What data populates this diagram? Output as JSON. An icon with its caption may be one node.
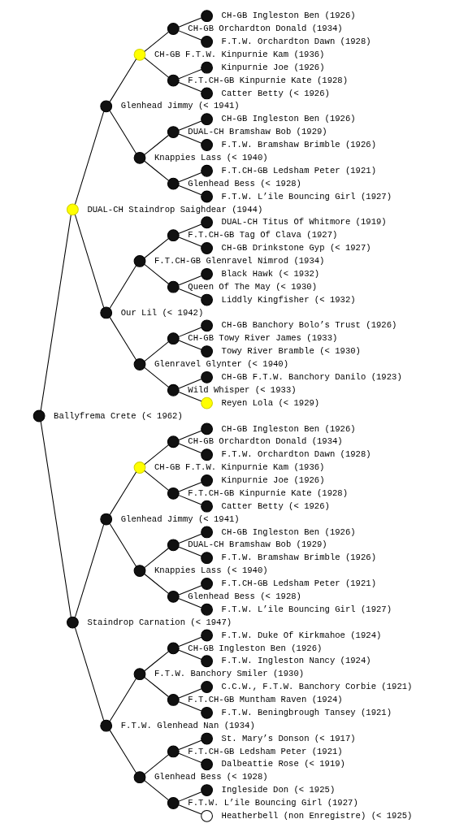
{
  "diagram": {
    "nodes": [
      {
        "text": [
          "CH-GB Ingleston Ben (1926)"
        ]
      },
      {
        "text": [
          "CH-GB Orchardton Donald (1934)"
        ]
      },
      {
        "text": [
          "F.T.W. Orchardton Dawn (1928)"
        ]
      },
      {
        "text": [
          "CH-GB F.T.W. Kinpurnie Kam (1936)"
        ]
      },
      {
        "text": [
          "Kinpurnie Joe (1926)"
        ]
      },
      {
        "text": [
          "F.T.CH-GB Kinpurnie Kate (1928)"
        ]
      },
      {
        "text": [
          "Catter Betty (< 1926)"
        ]
      },
      {
        "text": [
          "Glenhead Jimmy (< 1941)"
        ]
      },
      {
        "text": [
          "CH-GB Ingleston Ben (1926)"
        ]
      },
      {
        "text": [
          "DUAL-CH Bramshaw Bob (1929)"
        ]
      },
      {
        "text": [
          "F.T.W. Bramshaw Brimble (1926)"
        ]
      },
      {
        "text": [
          "Knappies Lass (< 1940)"
        ]
      },
      {
        "text": [
          "F.T.CH-GB Ledsham Peter (1921)"
        ]
      },
      {
        "text": [
          "Glenhead Bess (< 1928)"
        ]
      },
      {
        "text": [
          "F.T.W. L’ile Bouncing Girl (1927)"
        ]
      },
      {
        "text": [
          "DUAL-CH Staindrop Saighdear (1944)"
        ]
      },
      {
        "text": [
          "DUAL-CH Titus Of Whitmore (1919)"
        ]
      },
      {
        "text": [
          "F.T.CH-GB Tag Of Clava (1927)"
        ]
      },
      {
        "text": [
          "CH-GB Drinkstone Gyp (< 1927)"
        ]
      },
      {
        "text": [
          "F.T.CH-GB Glenravel Nimrod (1934)"
        ]
      },
      {
        "text": [
          "Black Hawk (< 1932)"
        ]
      },
      {
        "text": [
          "Queen Of The May (< 1930)"
        ]
      },
      {
        "text": [
          "Liddly Kingfisher (< 1932)"
        ]
      },
      {
        "text": [
          "Our Lil (< 1942)"
        ]
      },
      {
        "text": [
          "CH-GB Banchory Bolo’s Trust (1926)"
        ]
      },
      {
        "text": [
          "CH-GB Towy River James (1933)"
        ]
      },
      {
        "text": [
          "Towy River Bramble (< 1930)"
        ]
      },
      {
        "text": [
          "Glenravel Glynter (< 1940)"
        ]
      },
      {
        "text": [
          "CH-GB F.T.W. Banchory Danilo (1923)"
        ]
      },
      {
        "text": [
          "Wild Whisper (< 1933)"
        ]
      },
      {
        "text": [
          "Reyen Lola (< 1929)"
        ]
      },
      {
        "text": [
          "Ballyfrema Crete (< 1962)"
        ]
      },
      {
        "text": [
          "CH-GB Ingleston Ben (1926)"
        ]
      },
      {
        "text": [
          "CH-GB Orchardton Donald (1934)"
        ]
      },
      {
        "text": [
          "F.T.W. Orchardton Dawn (1928)"
        ]
      },
      {
        "text": [
          "CH-GB F.T.W. Kinpurnie Kam (1936)"
        ]
      },
      {
        "text": [
          "Kinpurnie Joe (1926)"
        ]
      },
      {
        "text": [
          "F.T.CH-GB Kinpurnie Kate (1928)"
        ]
      },
      {
        "text": [
          "Catter Betty (< 1926)"
        ]
      },
      {
        "text": [
          "Glenhead Jimmy (< 1941)"
        ]
      },
      {
        "text": [
          "CH-GB Ingleston Ben (1926)"
        ]
      },
      {
        "text": [
          "DUAL-CH Bramshaw Bob (1929)"
        ]
      },
      {
        "text": [
          "F.T.W. Bramshaw Brimble (1926)"
        ]
      },
      {
        "text": [
          "Knappies Lass (< 1940)"
        ]
      },
      {
        "text": [
          "F.T.CH-GB Ledsham Peter (1921)"
        ]
      },
      {
        "text": [
          "Glenhead Bess (< 1928)"
        ]
      },
      {
        "text": [
          "F.T.W. L’ile Bouncing Girl (1927)"
        ]
      },
      {
        "text": [
          "Staindrop Carnation (< 1947)"
        ]
      },
      {
        "text": [
          "F.T.W. Duke Of Kirkmahoe (1924)"
        ]
      },
      {
        "text": [
          "CH-GB Ingleston Ben (1926)"
        ]
      },
      {
        "text": [
          "F.T.W. Ingleston Nancy (1924)"
        ]
      },
      {
        "text": [
          "F.T.W. Banchory Smiler (1930)"
        ]
      },
      {
        "text": [
          "C.C.W., F.T.W. Banchory Corbie (1921)"
        ]
      },
      {
        "text": [
          "F.T.CH-GB Muntham Raven (1924)"
        ]
      },
      {
        "text": [
          "F.T.W. Beningbrough Tansey (1921)"
        ]
      },
      {
        "text": [
          "F.T.W. Glenhead Nan (1934)"
        ]
      },
      {
        "text": [
          "St. Mary’s Donson (< 1917)"
        ]
      },
      {
        "text": [
          "F.T.CH-GB Ledsham Peter (1921)"
        ]
      },
      {
        "text": [
          "Dalbeattie Rose (< 1919)"
        ]
      },
      {
        "text": [
          "Glenhead Bess (< 1928)"
        ]
      },
      {
        "text": [
          "Ingleside Don (< 1925)"
        ]
      },
      {
        "text": [
          "F.T.W. L’ile Bouncing Girl (1927)"
        ]
      },
      {
        "text": [
          "Heatherbell (non Enregistre) (< 1925)"
        ]
      }
    ],
    "edges": [
      {
        "from": 31,
        "to": 15,
        "arrow": "none"
      },
      {
        "from": 31,
        "to": 47,
        "arrow": "none"
      },
      {
        "from": 15,
        "to": 7,
        "arrow": "none"
      },
      {
        "from": 15,
        "to": 23,
        "arrow": "none"
      },
      {
        "from": 47,
        "to": 39,
        "arrow": "none"
      },
      {
        "from": 47,
        "to": 55,
        "arrow": "none"
      },
      {
        "from": 7,
        "to": 3,
        "arrow": "none"
      },
      {
        "from": 7,
        "to": 11,
        "arrow": "none"
      },
      {
        "from": 23,
        "to": 19,
        "arrow": "none"
      },
      {
        "from": 23,
        "to": 27,
        "arrow": "none"
      },
      {
        "from": 39,
        "to": 35,
        "arrow": "none"
      },
      {
        "from": 39,
        "to": 43,
        "arrow": "none"
      },
      {
        "from": 55,
        "to": 51,
        "arrow": "none"
      },
      {
        "from": 55,
        "to": 59,
        "arrow": "none"
      },
      {
        "from": 3,
        "to": 1,
        "arrow": "none"
      },
      {
        "from": 3,
        "to": 5,
        "arrow": "none"
      },
      {
        "from": 11,
        "to": 9,
        "arrow": "none"
      },
      {
        "from": 11,
        "to": 13,
        "arrow": "none"
      },
      {
        "from": 19,
        "to": 17,
        "arrow": "none"
      },
      {
        "from": 19,
        "to": 21,
        "arrow": "none"
      },
      {
        "from": 27,
        "to": 25,
        "arrow": "none"
      },
      {
        "from": 27,
        "to": 29,
        "arrow": "none"
      },
      {
        "from": 35,
        "to": 33,
        "arrow": "none"
      },
      {
        "from": 35,
        "to": 37,
        "arrow": "none"
      },
      {
        "from": 43,
        "to": 41,
        "arrow": "none"
      },
      {
        "from": 43,
        "to": 45,
        "arrow": "none"
      },
      {
        "from": 51,
        "to": 49,
        "arrow": "none"
      },
      {
        "from": 51,
        "to": 53,
        "arrow": "none"
      },
      {
        "from": 59,
        "to": 57,
        "arrow": "none"
      },
      {
        "from": 59,
        "to": 61,
        "arrow": "none"
      },
      {
        "from": 1,
        "to": 0,
        "arrow": "none"
      },
      {
        "from": 1,
        "to": 2,
        "arrow": "none"
      },
      {
        "from": 5,
        "to": 4,
        "arrow": "none"
      },
      {
        "from": 5,
        "to": 6,
        "arrow": "none"
      },
      {
        "from": 9,
        "to": 8,
        "arrow": "none"
      },
      {
        "from": 9,
        "to": 10,
        "arrow": "none"
      },
      {
        "from": 13,
        "to": 12,
        "arrow": "none"
      },
      {
        "from": 13,
        "to": 14,
        "arrow": "none"
      },
      {
        "from": 17,
        "to": 16,
        "arrow": "none"
      },
      {
        "from": 17,
        "to": 18,
        "arrow": "none"
      },
      {
        "from": 21,
        "to": 20,
        "arrow": "none"
      },
      {
        "from": 21,
        "to": 22,
        "arrow": "none"
      },
      {
        "from": 25,
        "to": 24,
        "arrow": "none"
      },
      {
        "from": 25,
        "to": 26,
        "arrow": "none"
      },
      {
        "from": 29,
        "to": 28,
        "arrow": "none"
      },
      {
        "from": 29,
        "to": 30,
        "arrow": "none"
      },
      {
        "from": 33,
        "to": 32,
        "arrow": "none"
      },
      {
        "from": 33,
        "to": 34,
        "arrow": "none"
      },
      {
        "from": 37,
        "to": 36,
        "arrow": "none"
      },
      {
        "from": 37,
        "to": 38,
        "arrow": "none"
      },
      {
        "from": 41,
        "to": 40,
        "arrow": "none"
      },
      {
        "from": 41,
        "to": 42,
        "arrow": "none"
      },
      {
        "from": 45,
        "to": 44,
        "arrow": "none"
      },
      {
        "from": 45,
        "to": 46,
        "arrow": "none"
      },
      {
        "from": 49,
        "to": 48,
        "arrow": "none"
      },
      {
        "from": 49,
        "to": 50,
        "arrow": "none"
      },
      {
        "from": 53,
        "to": 52,
        "arrow": "none"
      },
      {
        "from": 53,
        "to": 54,
        "arrow": "none"
      },
      {
        "from": 57,
        "to": 56,
        "arrow": "none"
      },
      {
        "from": 57,
        "to": 58,
        "arrow": "none"
      },
      {
        "from": 61,
        "to": 60,
        "arrow": "none"
      },
      {
        "from": 61,
        "to": 62,
        "arrow": "none"
      }
    ]
  }
}
